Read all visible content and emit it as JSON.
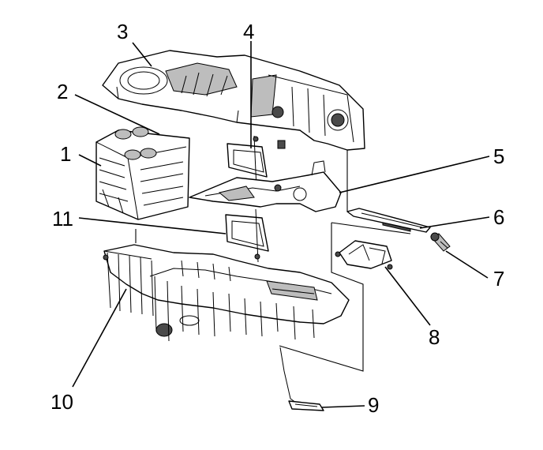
{
  "callouts": {
    "c1": "1",
    "c2": "2",
    "c3": "3",
    "c4": "4",
    "c5": "5",
    "c6": "6",
    "c7": "7",
    "c8": "8",
    "c9": "9",
    "c10": "10",
    "c11": "11"
  },
  "colors": {
    "ink": "#000000",
    "background": "#ffffff",
    "shade": "#bdbdbd"
  }
}
